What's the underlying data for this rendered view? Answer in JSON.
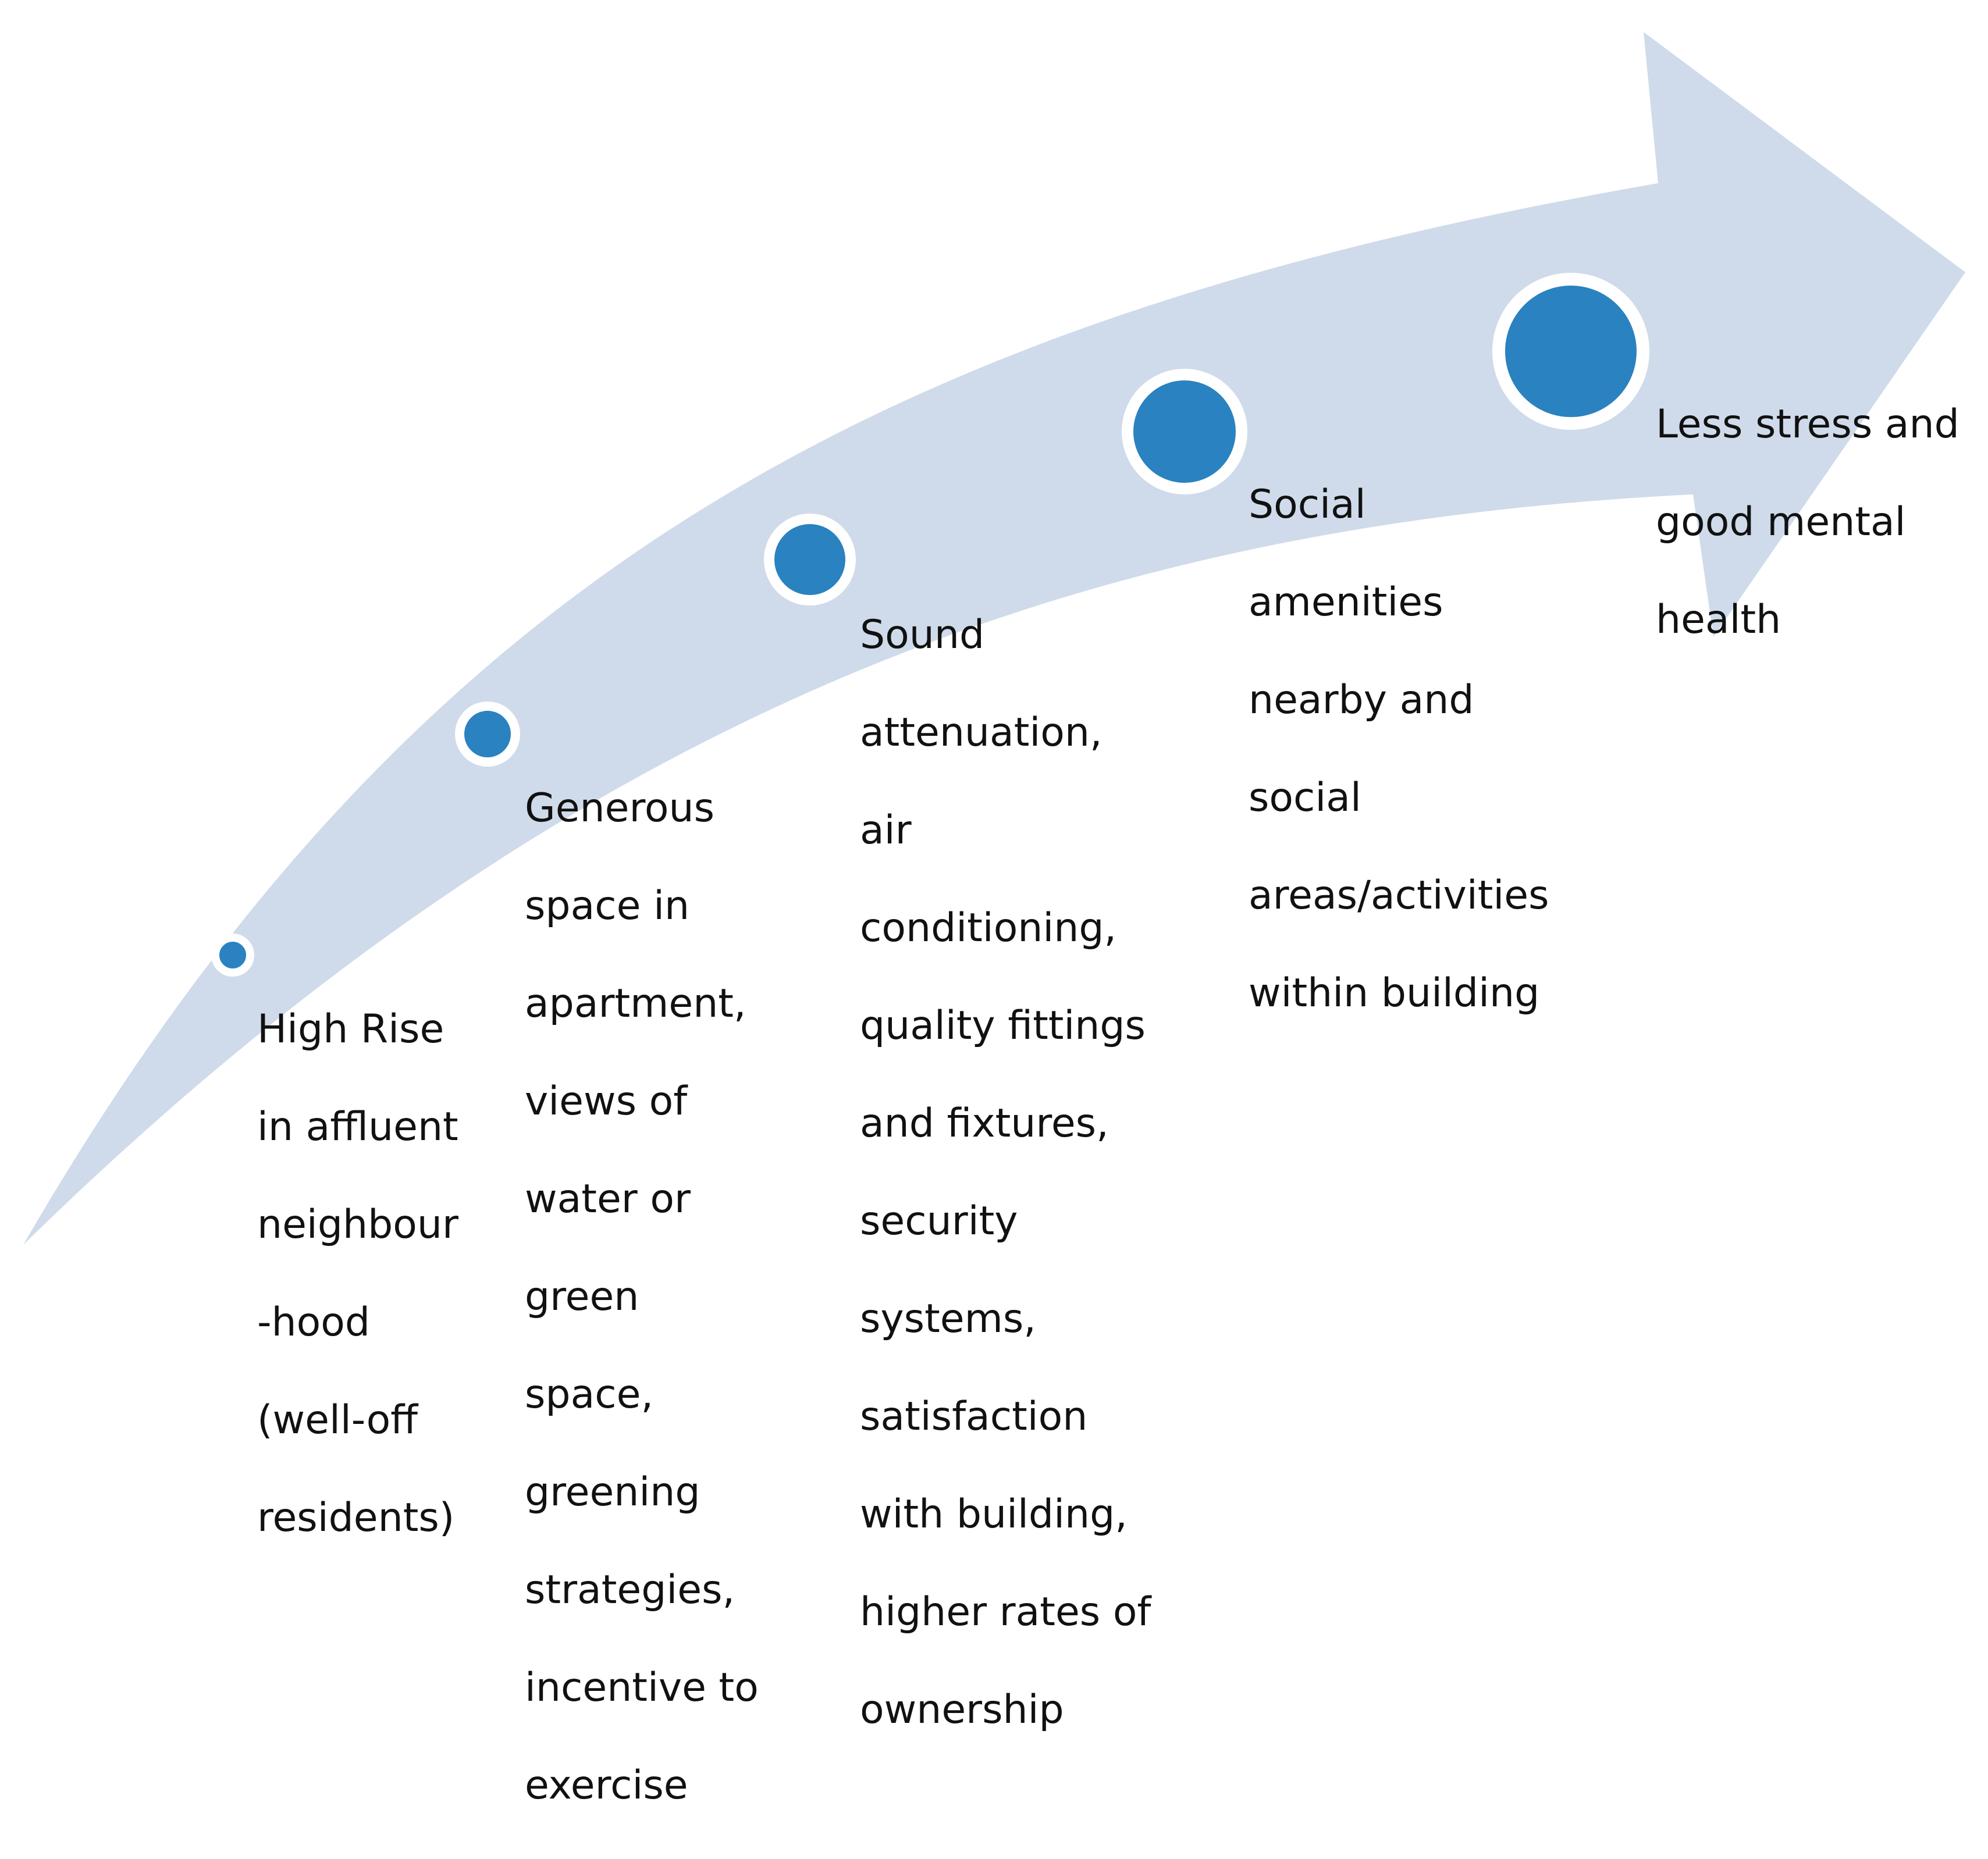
{
  "colors": {
    "arrow_fill": "#cfdbea",
    "dot_fill": "#2a82c0",
    "dot_ring": "#ffffff"
  },
  "steps": [
    {
      "lines": [
        "High Rise",
        "in affluent",
        "neighbour",
        "-hood",
        "(well-off",
        "residents)"
      ]
    },
    {
      "lines": [
        "Generous",
        "space in",
        "apartment,",
        "views of",
        "water or",
        "green",
        "space,",
        "greening",
        "strategies,",
        "incentive to",
        "exercise"
      ]
    },
    {
      "lines": [
        "Sound",
        "attenuation,",
        "air",
        "conditioning,",
        "quality fittings",
        "and fixtures,",
        "security",
        "systems,",
        "satisfaction",
        "with building,",
        "higher rates of",
        "ownership"
      ]
    },
    {
      "lines": [
        "Social",
        "amenities",
        "nearby and",
        "social",
        "areas/activities",
        "within building"
      ]
    },
    {
      "lines": [
        "Less stress and",
        "good mental",
        "health"
      ]
    }
  ]
}
